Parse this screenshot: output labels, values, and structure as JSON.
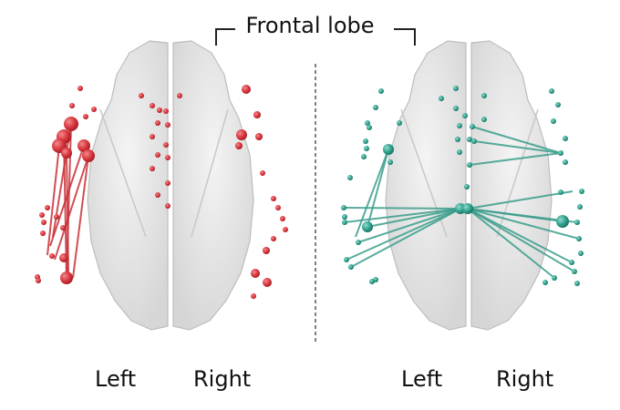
{
  "title": "Frontal lobe",
  "labels": {
    "left_panel": {
      "left": "Left",
      "right": "Right"
    },
    "right_panel": {
      "left": "Left",
      "right": "Right"
    }
  },
  "colors": {
    "red_nodes": "#d9333b",
    "red_edges": "#c83037",
    "teal_nodes": "#2e9e8a",
    "teal_edges": "#3a9e8c",
    "brain_fill": "#e6e6e6",
    "brain_stroke": "#b9b9b9",
    "divider": "#555555"
  }
}
